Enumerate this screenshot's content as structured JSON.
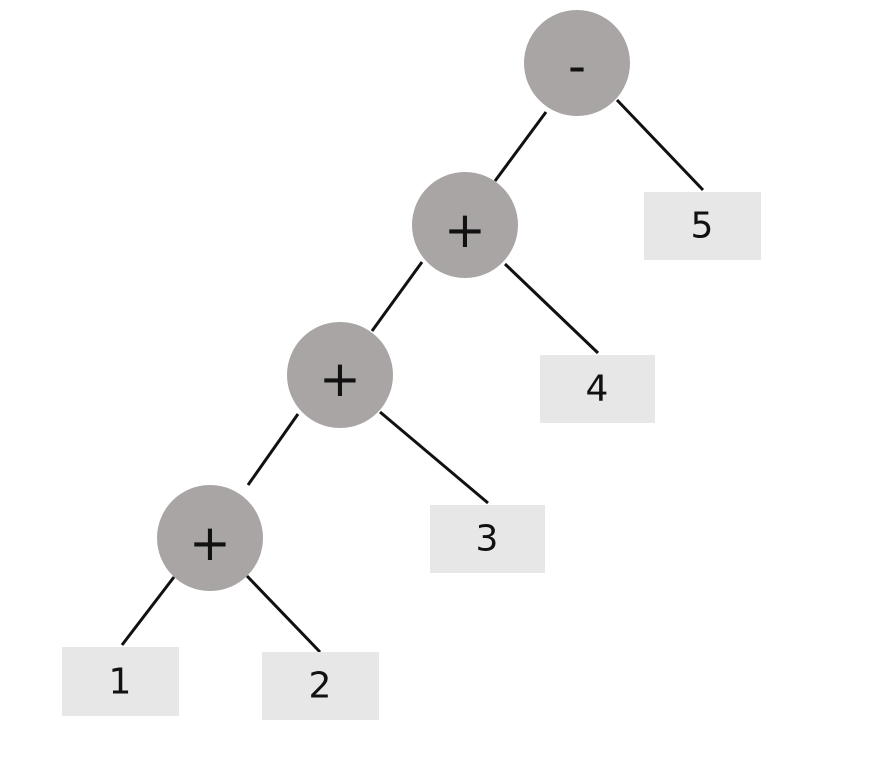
{
  "tree": {
    "root": {
      "symbol": "-",
      "left": {
        "symbol": "+",
        "left": {
          "symbol": "+",
          "left": {
            "symbol": "+",
            "left": {
              "value": "1"
            },
            "right": {
              "value": "2"
            }
          },
          "right": {
            "value": "3"
          }
        },
        "right": {
          "value": "4"
        }
      },
      "right": {
        "value": "5"
      }
    }
  },
  "colors": {
    "operator_fill": "#a9a5a4",
    "leaf_fill": "#e7e7e7",
    "edge": "#111111",
    "text": "#111111"
  }
}
